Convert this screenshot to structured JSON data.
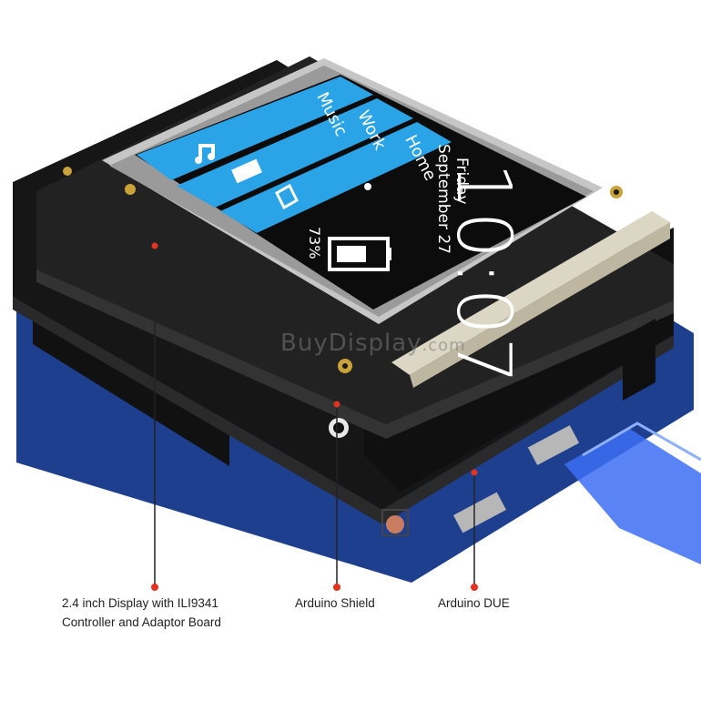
{
  "screen": {
    "clock": "10:07",
    "day": "Friday",
    "date": "September 27",
    "battery": "73%",
    "tiles": [
      {
        "label": "Home"
      },
      {
        "label": "Work"
      },
      {
        "label": "Music"
      }
    ]
  },
  "watermark": {
    "brand": "BuyDisplay",
    "suffix": ".com"
  },
  "callouts": [
    {
      "text": "2.4 inch Display with ILI9341 Controller and Adaptor Board"
    },
    {
      "text": "Arduino Shield"
    },
    {
      "text": "Arduino DUE"
    }
  ],
  "colors": {
    "tile": "#2aa4e6",
    "screen_bg": "#0c0c0c",
    "pcb": "#1e1e1e",
    "arduino": "#1d3f8e",
    "callout_dot": "#e2331f",
    "usb_cable": "#3d6ff5"
  }
}
